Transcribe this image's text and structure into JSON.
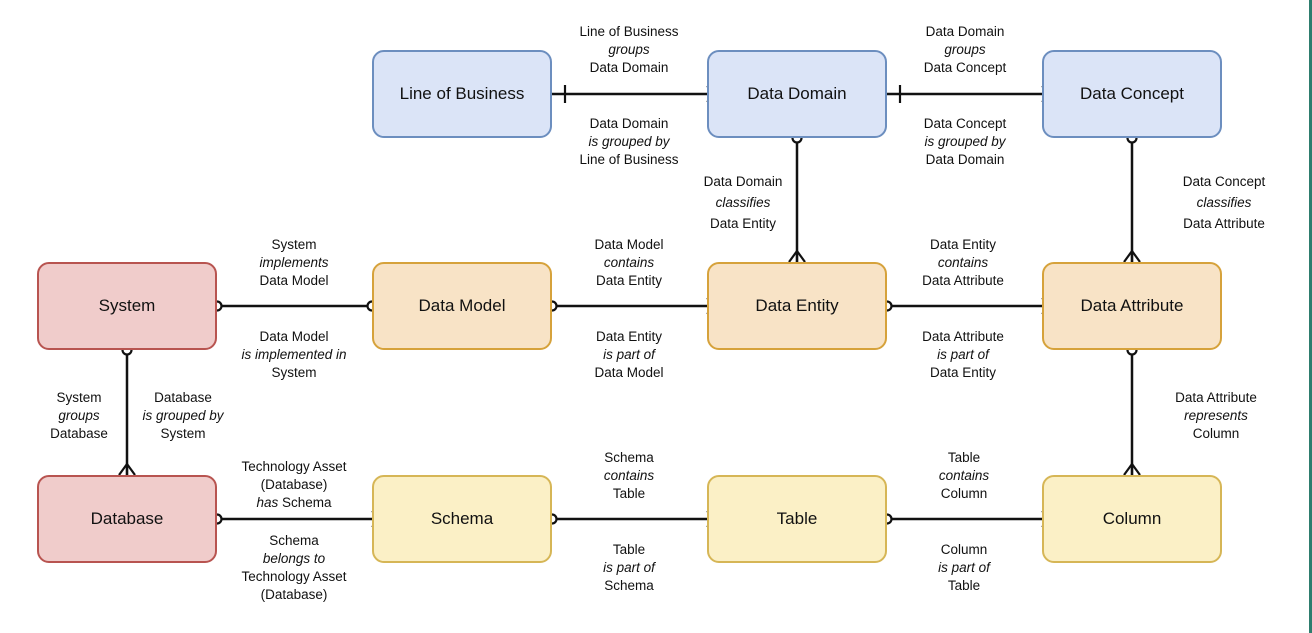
{
  "nodes": {
    "line_of_business": "Line of Business",
    "data_domain": "Data Domain",
    "data_concept": "Data Concept",
    "system": "System",
    "data_model": "Data Model",
    "data_entity": "Data Entity",
    "data_attribute": "Data Attribute",
    "database": "Database",
    "schema": "Schema",
    "table": "Table",
    "column": "Column"
  },
  "labels": {
    "lob_domain_fwd": [
      "Line of Business",
      "groups",
      "Data Domain"
    ],
    "lob_domain_rev": [
      "Data Domain",
      "is grouped by",
      "Line of Business"
    ],
    "domain_concept_fwd": [
      "Data Domain",
      "groups",
      "Data Concept"
    ],
    "domain_concept_rev": [
      "Data Concept",
      "is grouped by",
      "Data Domain"
    ],
    "domain_entity": [
      "Data Domain",
      "classifies",
      "Data Entity"
    ],
    "concept_attribute": [
      "Data Concept",
      "classifies",
      "Data Attribute"
    ],
    "system_model_fwd": [
      "System",
      "implements",
      "Data Model"
    ],
    "system_model_rev": [
      "Data Model",
      "is implemented in",
      "System"
    ],
    "model_entity_fwd": [
      "Data Model",
      "contains",
      "Data Entity"
    ],
    "model_entity_rev": [
      "Data Entity",
      "is part of",
      "Data Model"
    ],
    "entity_attribute_fwd": [
      "Data Entity",
      "contains",
      "Data Attribute"
    ],
    "entity_attribute_rev": [
      "Data Attribute",
      "is part of",
      "Data Entity"
    ],
    "system_database_fwd": [
      "System",
      "groups",
      "Database"
    ],
    "system_database_rev": [
      "Database",
      "is grouped by",
      "System"
    ],
    "attribute_column": [
      "Data Attribute",
      "represents",
      "Column"
    ],
    "database_schema_fwd": [
      "Technology Asset",
      "(Database)",
      "has",
      "Schema"
    ],
    "database_schema_rev": [
      "Schema",
      "belongs to",
      "Technology Asset",
      "(Database)"
    ],
    "schema_table_fwd": [
      "Schema",
      "contains",
      "Table"
    ],
    "schema_table_rev": [
      "Table",
      "is part of",
      "Schema"
    ],
    "table_column_fwd": [
      "Table",
      "contains",
      "Column"
    ],
    "table_column_rev": [
      "Column",
      "is part of",
      "Table"
    ]
  },
  "colors": {
    "blue_fill": "#dbe4f7",
    "blue_stroke": "#6c8ebf",
    "orange_fill": "#f8e3c6",
    "orange_stroke": "#d6a23b",
    "yellow_fill": "#fbf0c6",
    "yellow_stroke": "#d6b656",
    "red_fill": "#f0cccb",
    "red_stroke": "#b85450",
    "edge": "#111111"
  }
}
